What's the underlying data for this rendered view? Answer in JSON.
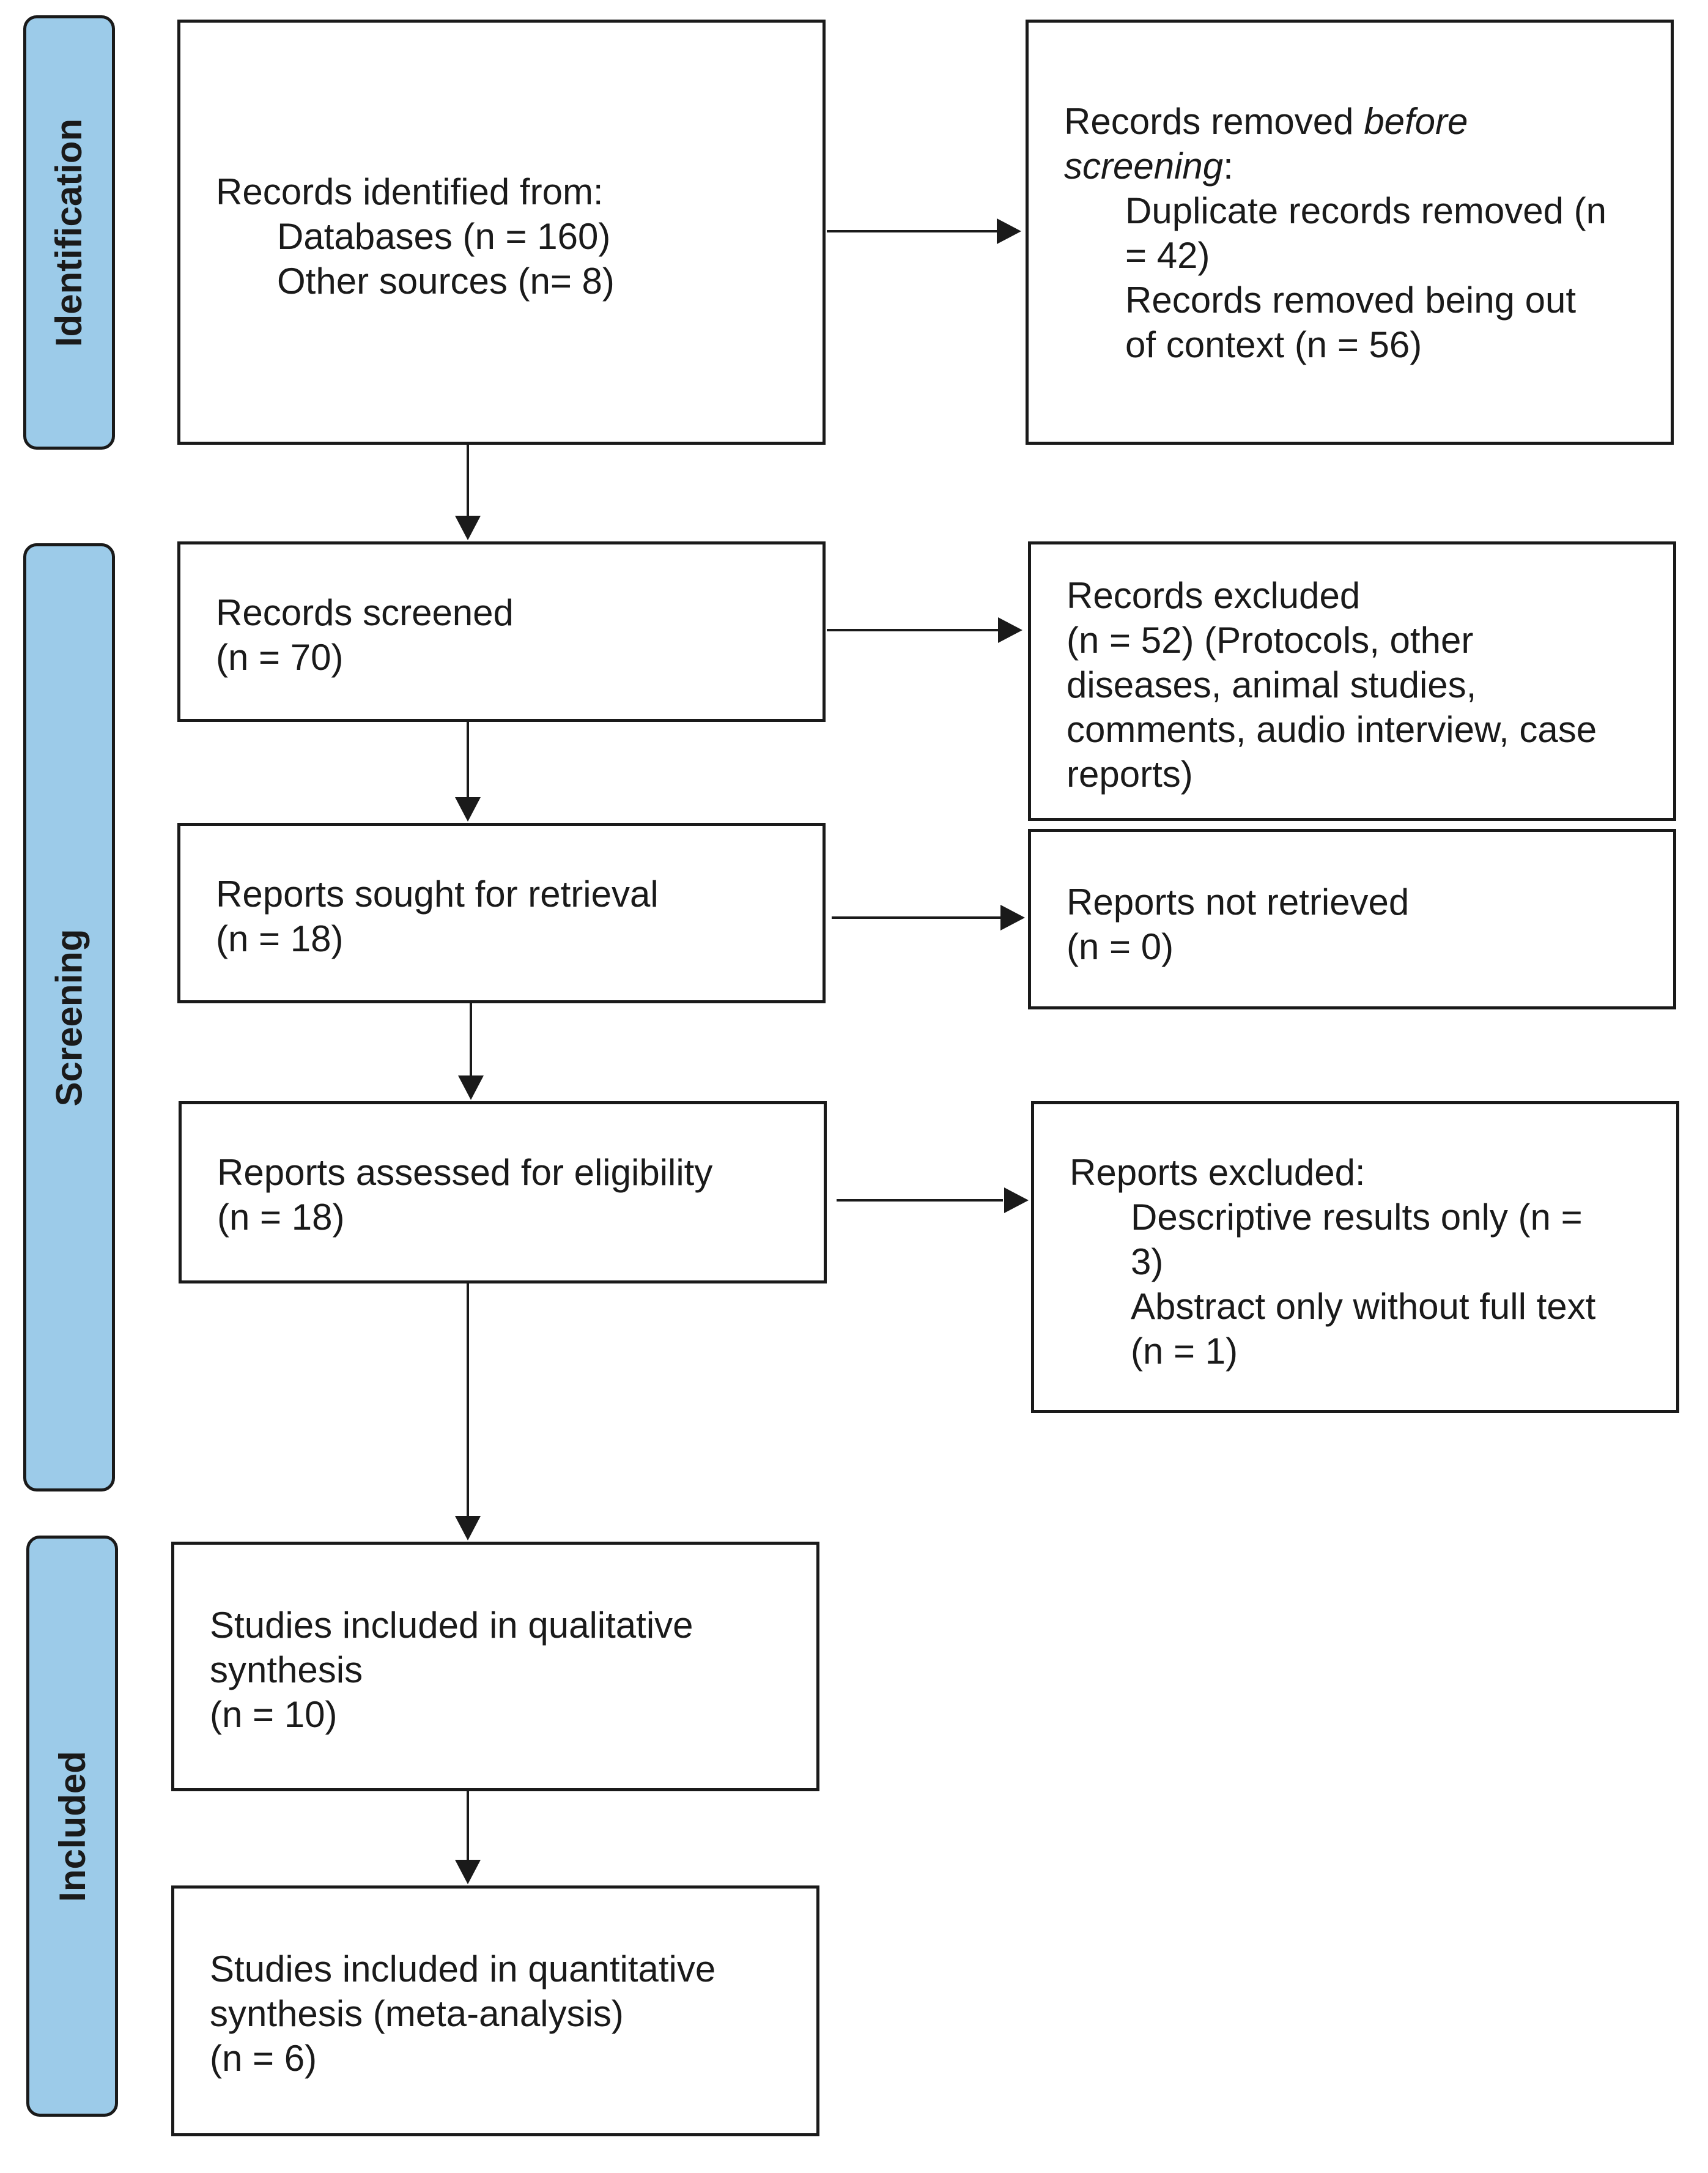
{
  "phases": {
    "identification": "Identification",
    "screening": "Screening",
    "included": "Included"
  },
  "boxes": {
    "identified": {
      "title": "Records identified from:",
      "databases": "Databases (n = 160)",
      "other": "Other sources (n= 8)"
    },
    "removed": {
      "title_part1": "Records removed ",
      "title_italic": "before",
      "title_italic2": "screening",
      "title_colon": ":",
      "duplicates_1": "Duplicate records removed (n",
      "duplicates_2": "= 42)",
      "context_1": "Records removed being out",
      "context_2": "of context (n = 56)"
    },
    "screened": {
      "title": "Records screened",
      "count": "(n = 70)"
    },
    "excluded": {
      "line1": "Records excluded",
      "line2": "(n = 52) (Protocols, other",
      "line3": "diseases, animal studies,",
      "line4": "comments, audio interview, case",
      "line5": "reports)"
    },
    "sought": {
      "title": "Reports sought for retrieval",
      "count": "(n = 18)"
    },
    "not_retrieved": {
      "title": "Reports not retrieved",
      "count": "(n = 0)"
    },
    "assessed": {
      "title": "Reports assessed for eligibility",
      "count": "(n = 18)"
    },
    "reports_excluded": {
      "title": "Reports excluded:",
      "desc_1": "Descriptive results only (n =",
      "desc_2": "3)",
      "abs_1": "Abstract only without full text",
      "abs_2": "(n = 1)"
    },
    "qualitative": {
      "line1": "Studies included in qualitative",
      "line2": "synthesis",
      "count": "(n = 10)"
    },
    "quantitative": {
      "line1": "Studies included in quantitative",
      "line2": "synthesis (meta-analysis)",
      "count": "(n = 6)"
    }
  }
}
